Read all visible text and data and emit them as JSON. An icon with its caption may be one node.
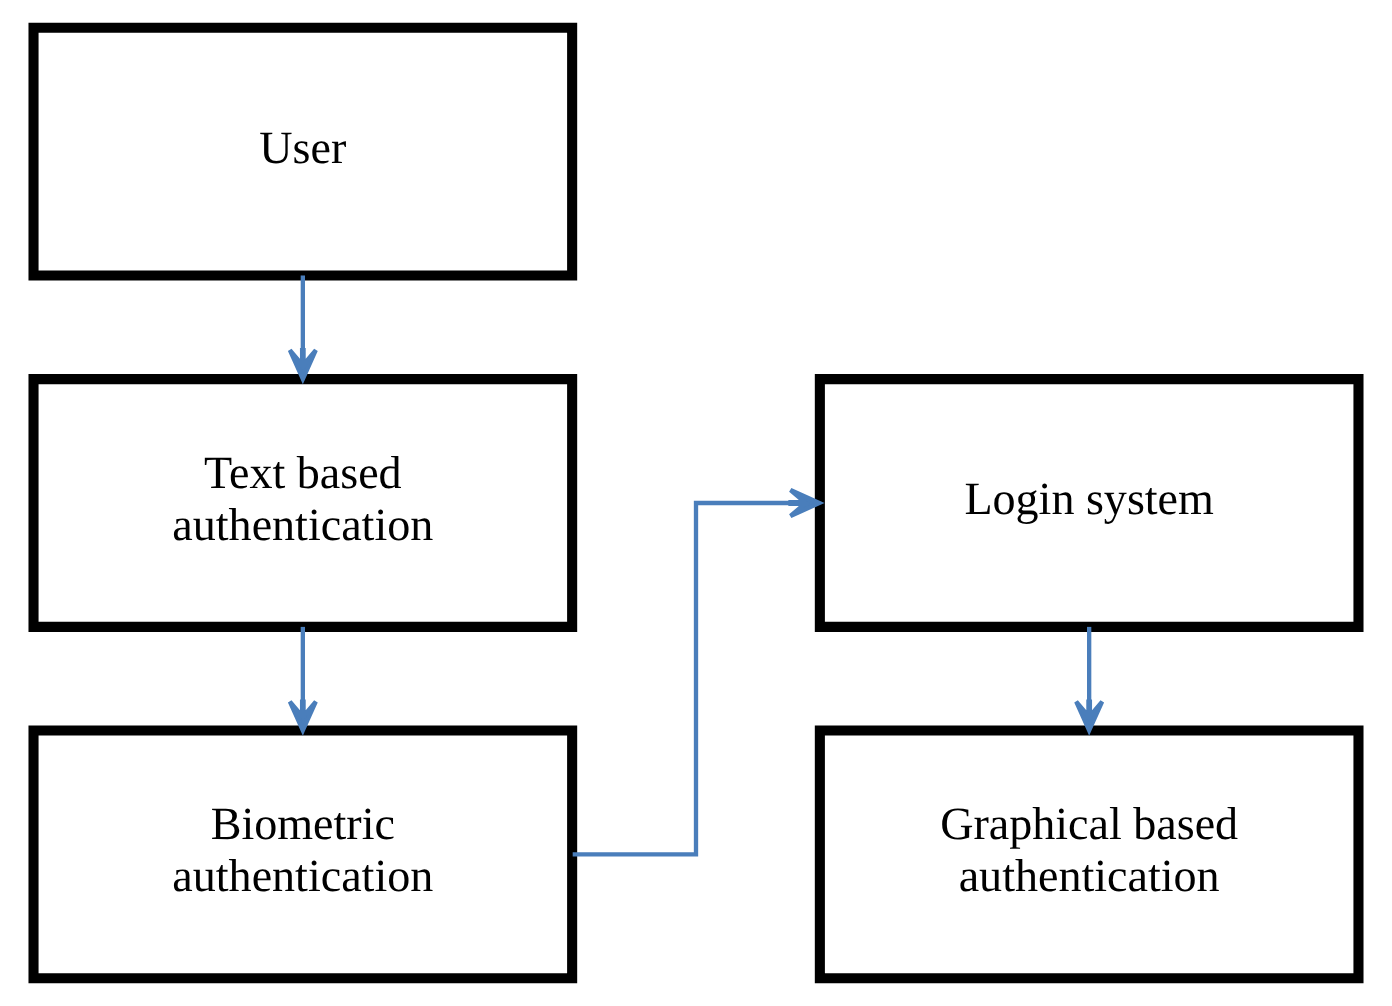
{
  "diagram": {
    "nodes": [
      {
        "text": [
          "User"
        ]
      },
      {
        "text": [
          "Text based authentication"
        ]
      },
      {
        "text": [
          "Biometric authentication"
        ]
      },
      {
        "text": [
          "Login system"
        ]
      },
      {
        "text": [
          "Graphical based authentication"
        ]
      }
    ],
    "edges": [
      {
        "from": 0,
        "to": 1,
        "arrow": "to"
      },
      {
        "from": 1,
        "to": 2,
        "arrow": "to"
      },
      {
        "from": 2,
        "to": 3,
        "arrow": "to"
      },
      {
        "from": 3,
        "to": 4,
        "arrow": "to"
      }
    ]
  }
}
